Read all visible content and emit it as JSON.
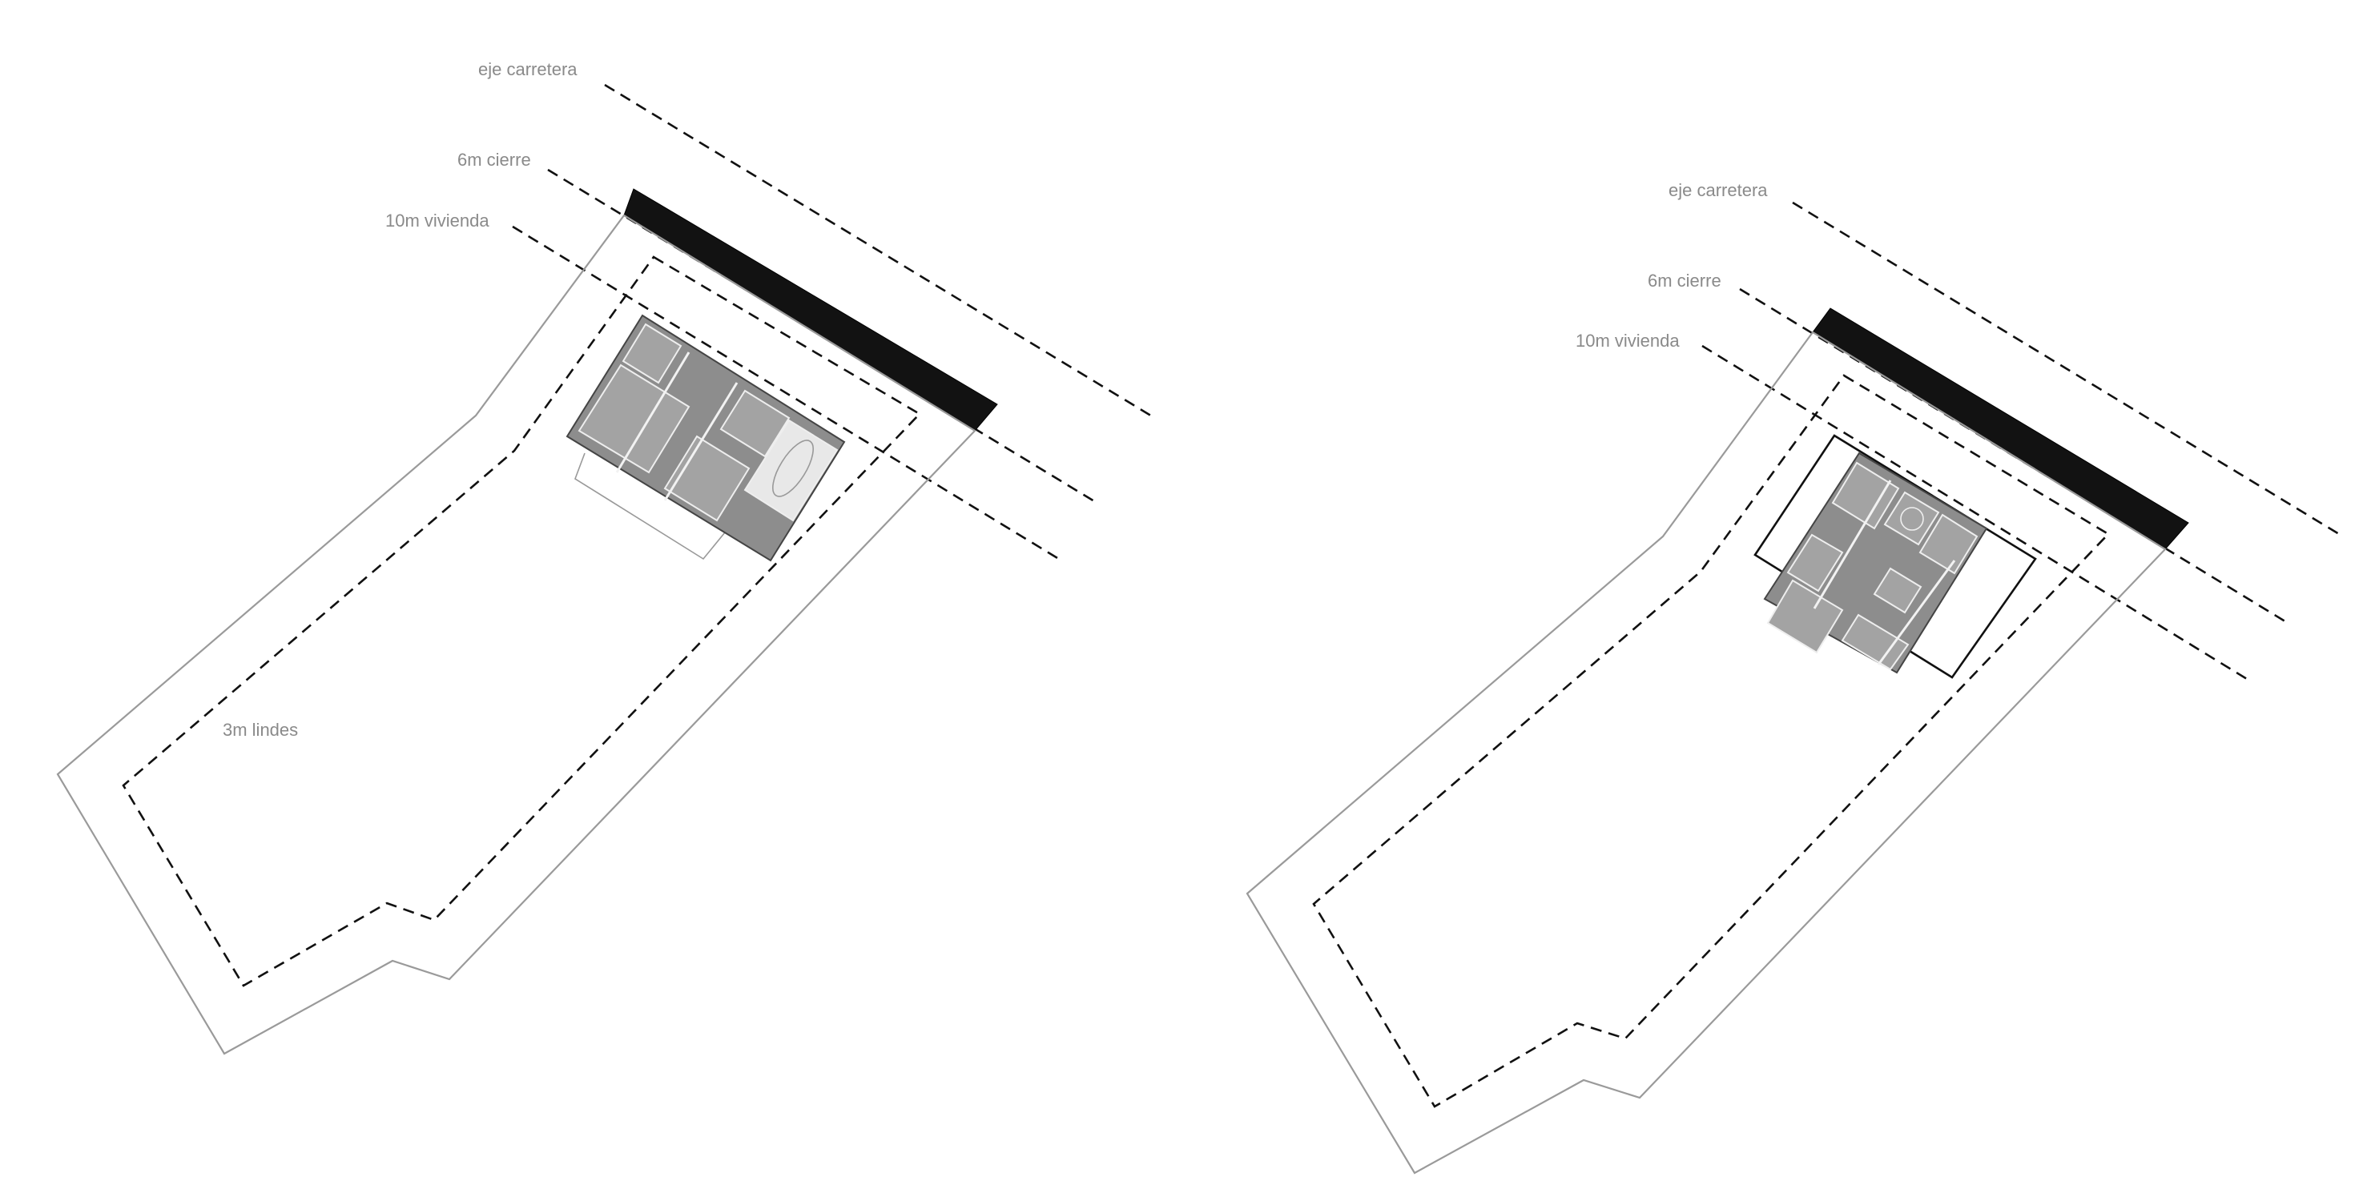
{
  "plans": [
    {
      "name": "site-plan-left",
      "labels": {
        "road_axis": "eje carretera",
        "fence_setback": "6m cierre",
        "house_setback": "10m vivienda",
        "boundary_setback": "3m lindes"
      }
    },
    {
      "name": "site-plan-right",
      "labels": {
        "road_axis": "eje carretera",
        "fence_setback": "6m cierre",
        "house_setback": "10m vivienda"
      }
    }
  ],
  "colors": {
    "label": "#8a8a8a",
    "fence_band": "#121212",
    "plot_boundary": "#9a9a9a",
    "setback_lines": "#111111",
    "house_fill": "#8d8d8d"
  }
}
